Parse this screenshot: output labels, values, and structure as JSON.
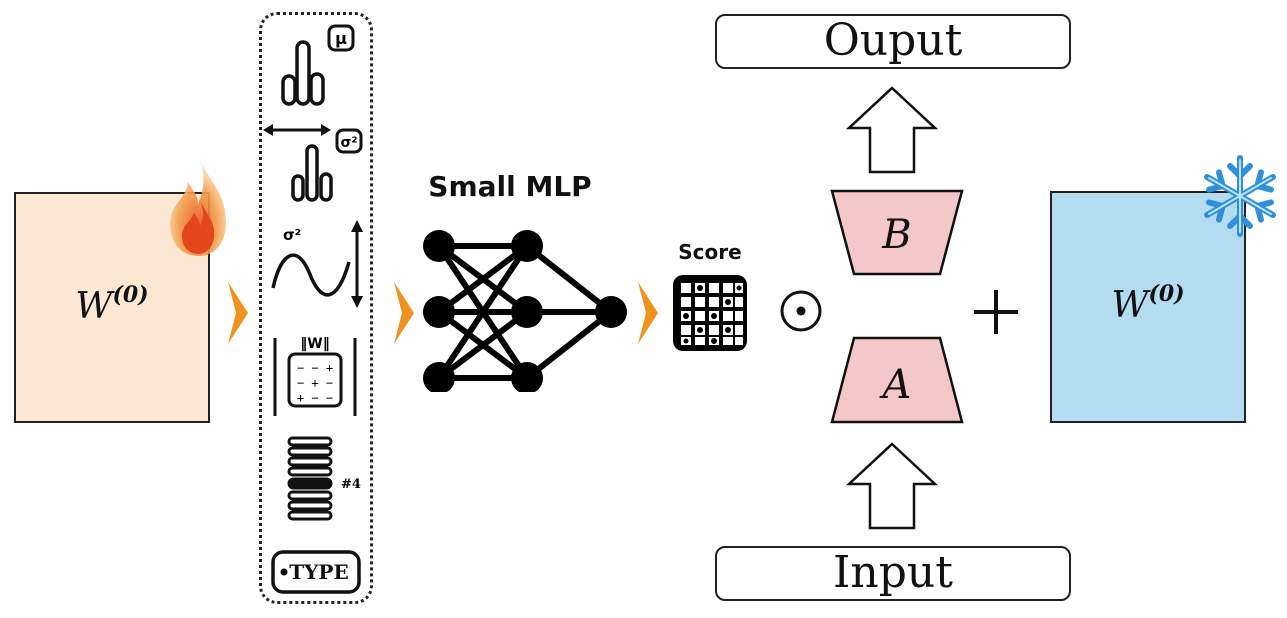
{
  "left_matrix": {
    "label_base": "W",
    "label_sup": "(0)",
    "icon": "fire-icon"
  },
  "right_matrix": {
    "label_base": "W",
    "label_sup": "(0)",
    "icon": "snowflake-icon"
  },
  "features": {
    "mean_badge": "μ",
    "variance_badge": "σ²",
    "wave_label": "σ²",
    "norm_label": "‖W‖",
    "sign_rows": [
      "− − +",
      "− + −",
      "+ − −"
    ],
    "layer_tag": "#4",
    "type_label": "TYPE"
  },
  "mlp_title": "Small MLP",
  "score_title": "Score",
  "hadamard_symbol": "⊙",
  "plus_symbol": "+",
  "lora": {
    "b_label": "B",
    "a_label": "A"
  },
  "output_label": "Ouput",
  "input_label": "Input",
  "colors": {
    "left_matrix_fill": "#fde8d4",
    "right_matrix_fill": "#b4dcf0",
    "lora_fill": "#f4c8c8",
    "arrow_orange": "#f0921e"
  }
}
